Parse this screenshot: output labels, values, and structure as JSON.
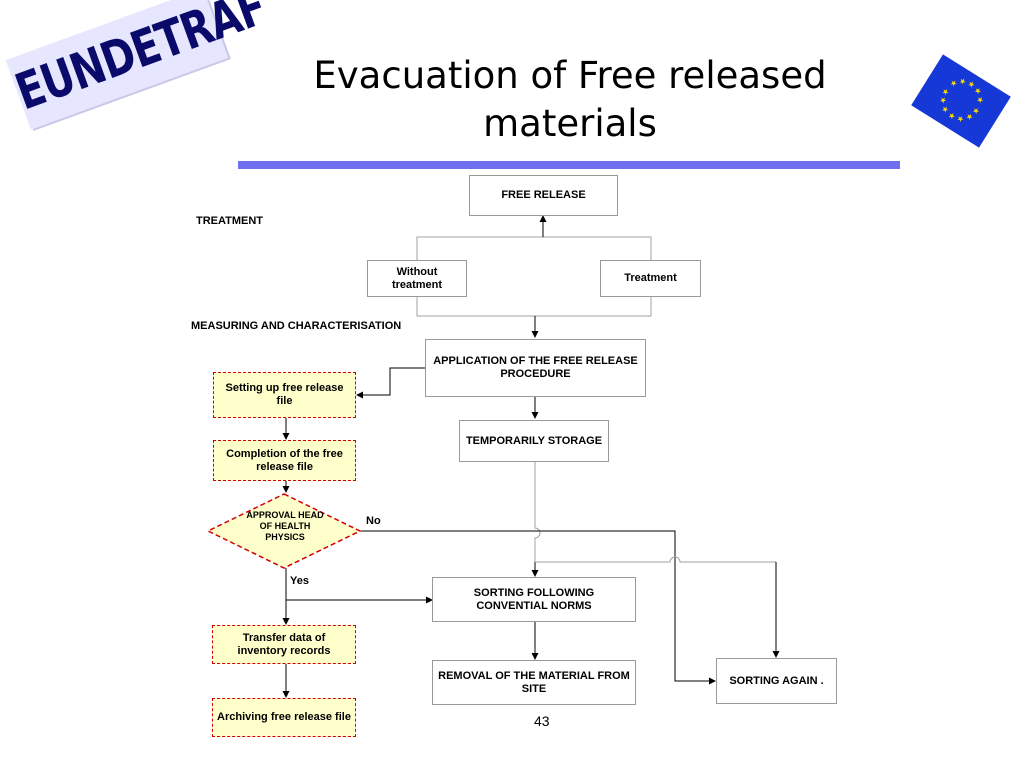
{
  "logo": {
    "text": "EUNDETRAF"
  },
  "title": "Evacuation of Free released materials",
  "labels": {
    "treatment": "TREATMENT",
    "measuring": "MEASURING AND CHARACTERISATION",
    "no": "No",
    "yes": "Yes"
  },
  "nodes": {
    "free_release": "FREE RELEASE",
    "without_treatment": "Without treatment",
    "treatment": "Treatment",
    "application": "APPLICATION OF THE FREE RELEASE PROCEDURE",
    "temporarily_storage": "TEMPORARILY STORAGE",
    "sorting_following": "SORTING FOLLOWING CONVENTIAL NORMS",
    "removal": "REMOVAL OF THE MATERIAL FROM SITE",
    "sorting_again": "SORTING AGAIN .",
    "setting_up": "Setting up free release file",
    "completion": "Completion of the free release file",
    "approval": "APPROVAL HEAD OF HEALTH PHYSICS",
    "transfer": "Transfer data of inventory records",
    "archiving": "Archiving free release file"
  },
  "page_number": "43",
  "colors": {
    "rule": "#6f6ff0",
    "logo_bg": "#e6e6ff",
    "logo_text": "#0a0a6a",
    "dashed_border": "#d40000",
    "dashed_fill": "#ffffcc",
    "flag_blue": "#1538d6",
    "flag_star": "#ffdd00"
  }
}
